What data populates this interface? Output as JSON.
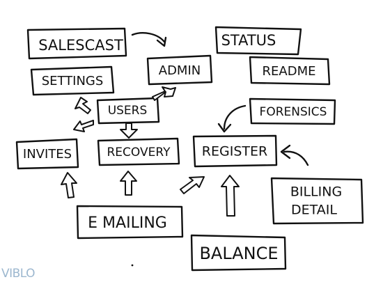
{
  "nodes": {
    "salescast": "SALESCAST",
    "status": "STATUS",
    "admin": "ADMIN",
    "readme": "README",
    "settings": "SETTINGS",
    "users": "USERS",
    "forensics": "FORENSICS",
    "invites": "INVITES",
    "recovery": "RECOVERY",
    "register": "REGISTER",
    "billing_detail_line1": "BILLING",
    "billing_detail_line2": "DETAIL",
    "emailing": "E MAILING",
    "balance": "BALANCE"
  },
  "watermark": "VIBLO"
}
